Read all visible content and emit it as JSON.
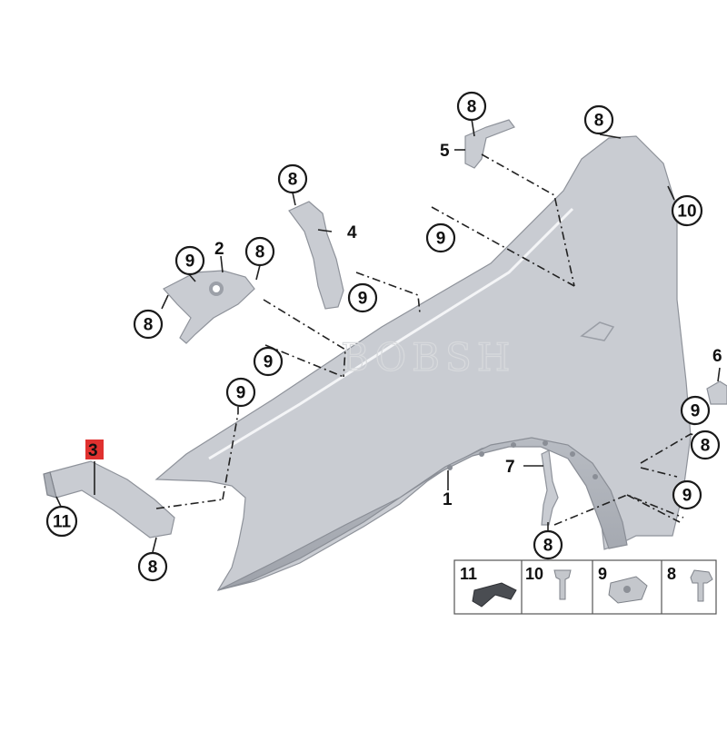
{
  "watermark": "BOBSH",
  "callouts": {
    "fender": "1",
    "bracket_2": "2",
    "bracket_3": "3",
    "bracket_4": "4",
    "bracket_5": "5",
    "bracket_6": "6",
    "bracket_7": "7",
    "c8_top_5": "8",
    "c8_top_right": "8",
    "c8_bracket4": "8",
    "c8_bracket2_right": "8",
    "c8_bracket2_left": "8",
    "c8_bracket3": "8",
    "c8_bracket7": "8",
    "c8_right": "8",
    "c9_bracket2": "9",
    "c9_upper_mid": "9",
    "c9_bracket4": "9",
    "c9_mid": "9",
    "c9_front": "9",
    "c9_right_upper": "9",
    "c9_right_lower": "9",
    "c10": "10",
    "c11": "11"
  },
  "legend": {
    "item_11": "11",
    "item_10": "10",
    "item_9": "9",
    "item_8": "8"
  },
  "colors": {
    "highlight": "#e0312f",
    "part_fill": "#c9ccd2",
    "line": "#222222"
  }
}
